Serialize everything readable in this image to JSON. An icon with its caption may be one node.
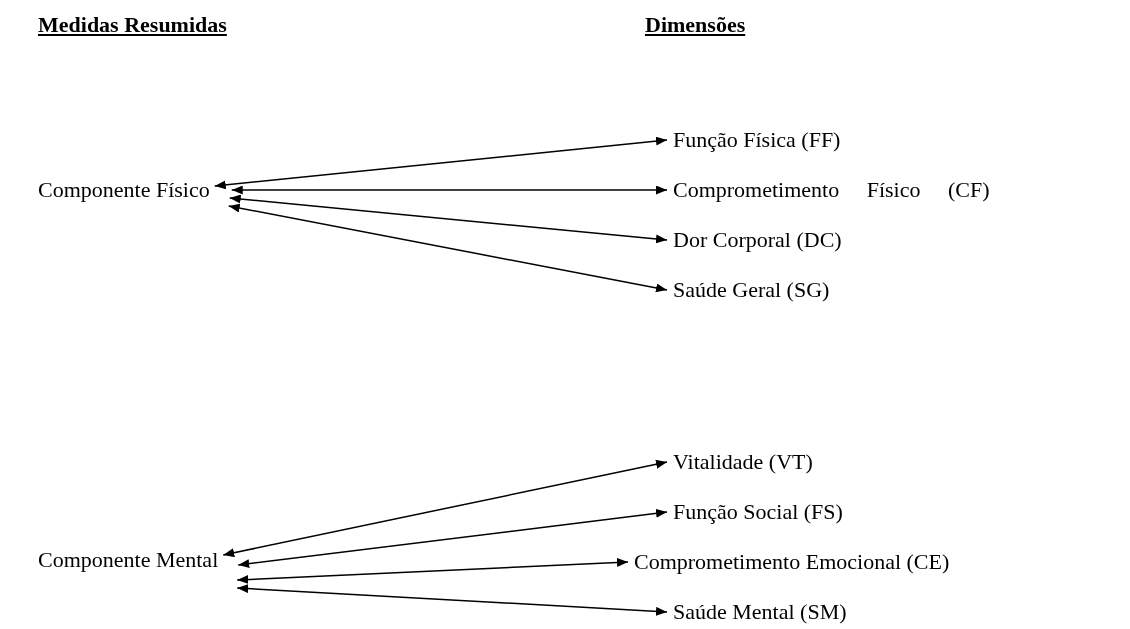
{
  "diagram": {
    "nodes": [
      {
        "text": [
          "Componente Físico"
        ]
      },
      {
        "text": [
          "Função Física (FF)"
        ]
      },
      {
        "text": [
          "Comprometimento Físico (CF)"
        ]
      },
      {
        "text": [
          "Dor Corporal (DC)"
        ]
      },
      {
        "text": [
          "Saúde Geral (SG)"
        ]
      },
      {
        "text": [
          "Componente Mental"
        ]
      },
      {
        "text": [
          "Vitalidade (VT)"
        ]
      },
      {
        "text": [
          "Função Social (FS)"
        ]
      },
      {
        "text": [
          "Comprometimento Emocional (CE)"
        ]
      },
      {
        "text": [
          "Saúde Mental (SM)"
        ]
      }
    ],
    "edges": [
      {
        "from": 0,
        "to": 1,
        "arrow": "both"
      },
      {
        "from": 0,
        "to": 2,
        "arrow": "both"
      },
      {
        "from": 0,
        "to": 3,
        "arrow": "both"
      },
      {
        "from": 0,
        "to": 4,
        "arrow": "both"
      },
      {
        "from": 5,
        "to": 6,
        "arrow": "both"
      },
      {
        "from": 5,
        "to": 7,
        "arrow": "both"
      },
      {
        "from": 5,
        "to": 8,
        "arrow": "both"
      },
      {
        "from": 5,
        "to": 9,
        "arrow": "both"
      }
    ],
    "labels": [
      "Medidas Resumidas",
      "Dimensões"
    ]
  }
}
